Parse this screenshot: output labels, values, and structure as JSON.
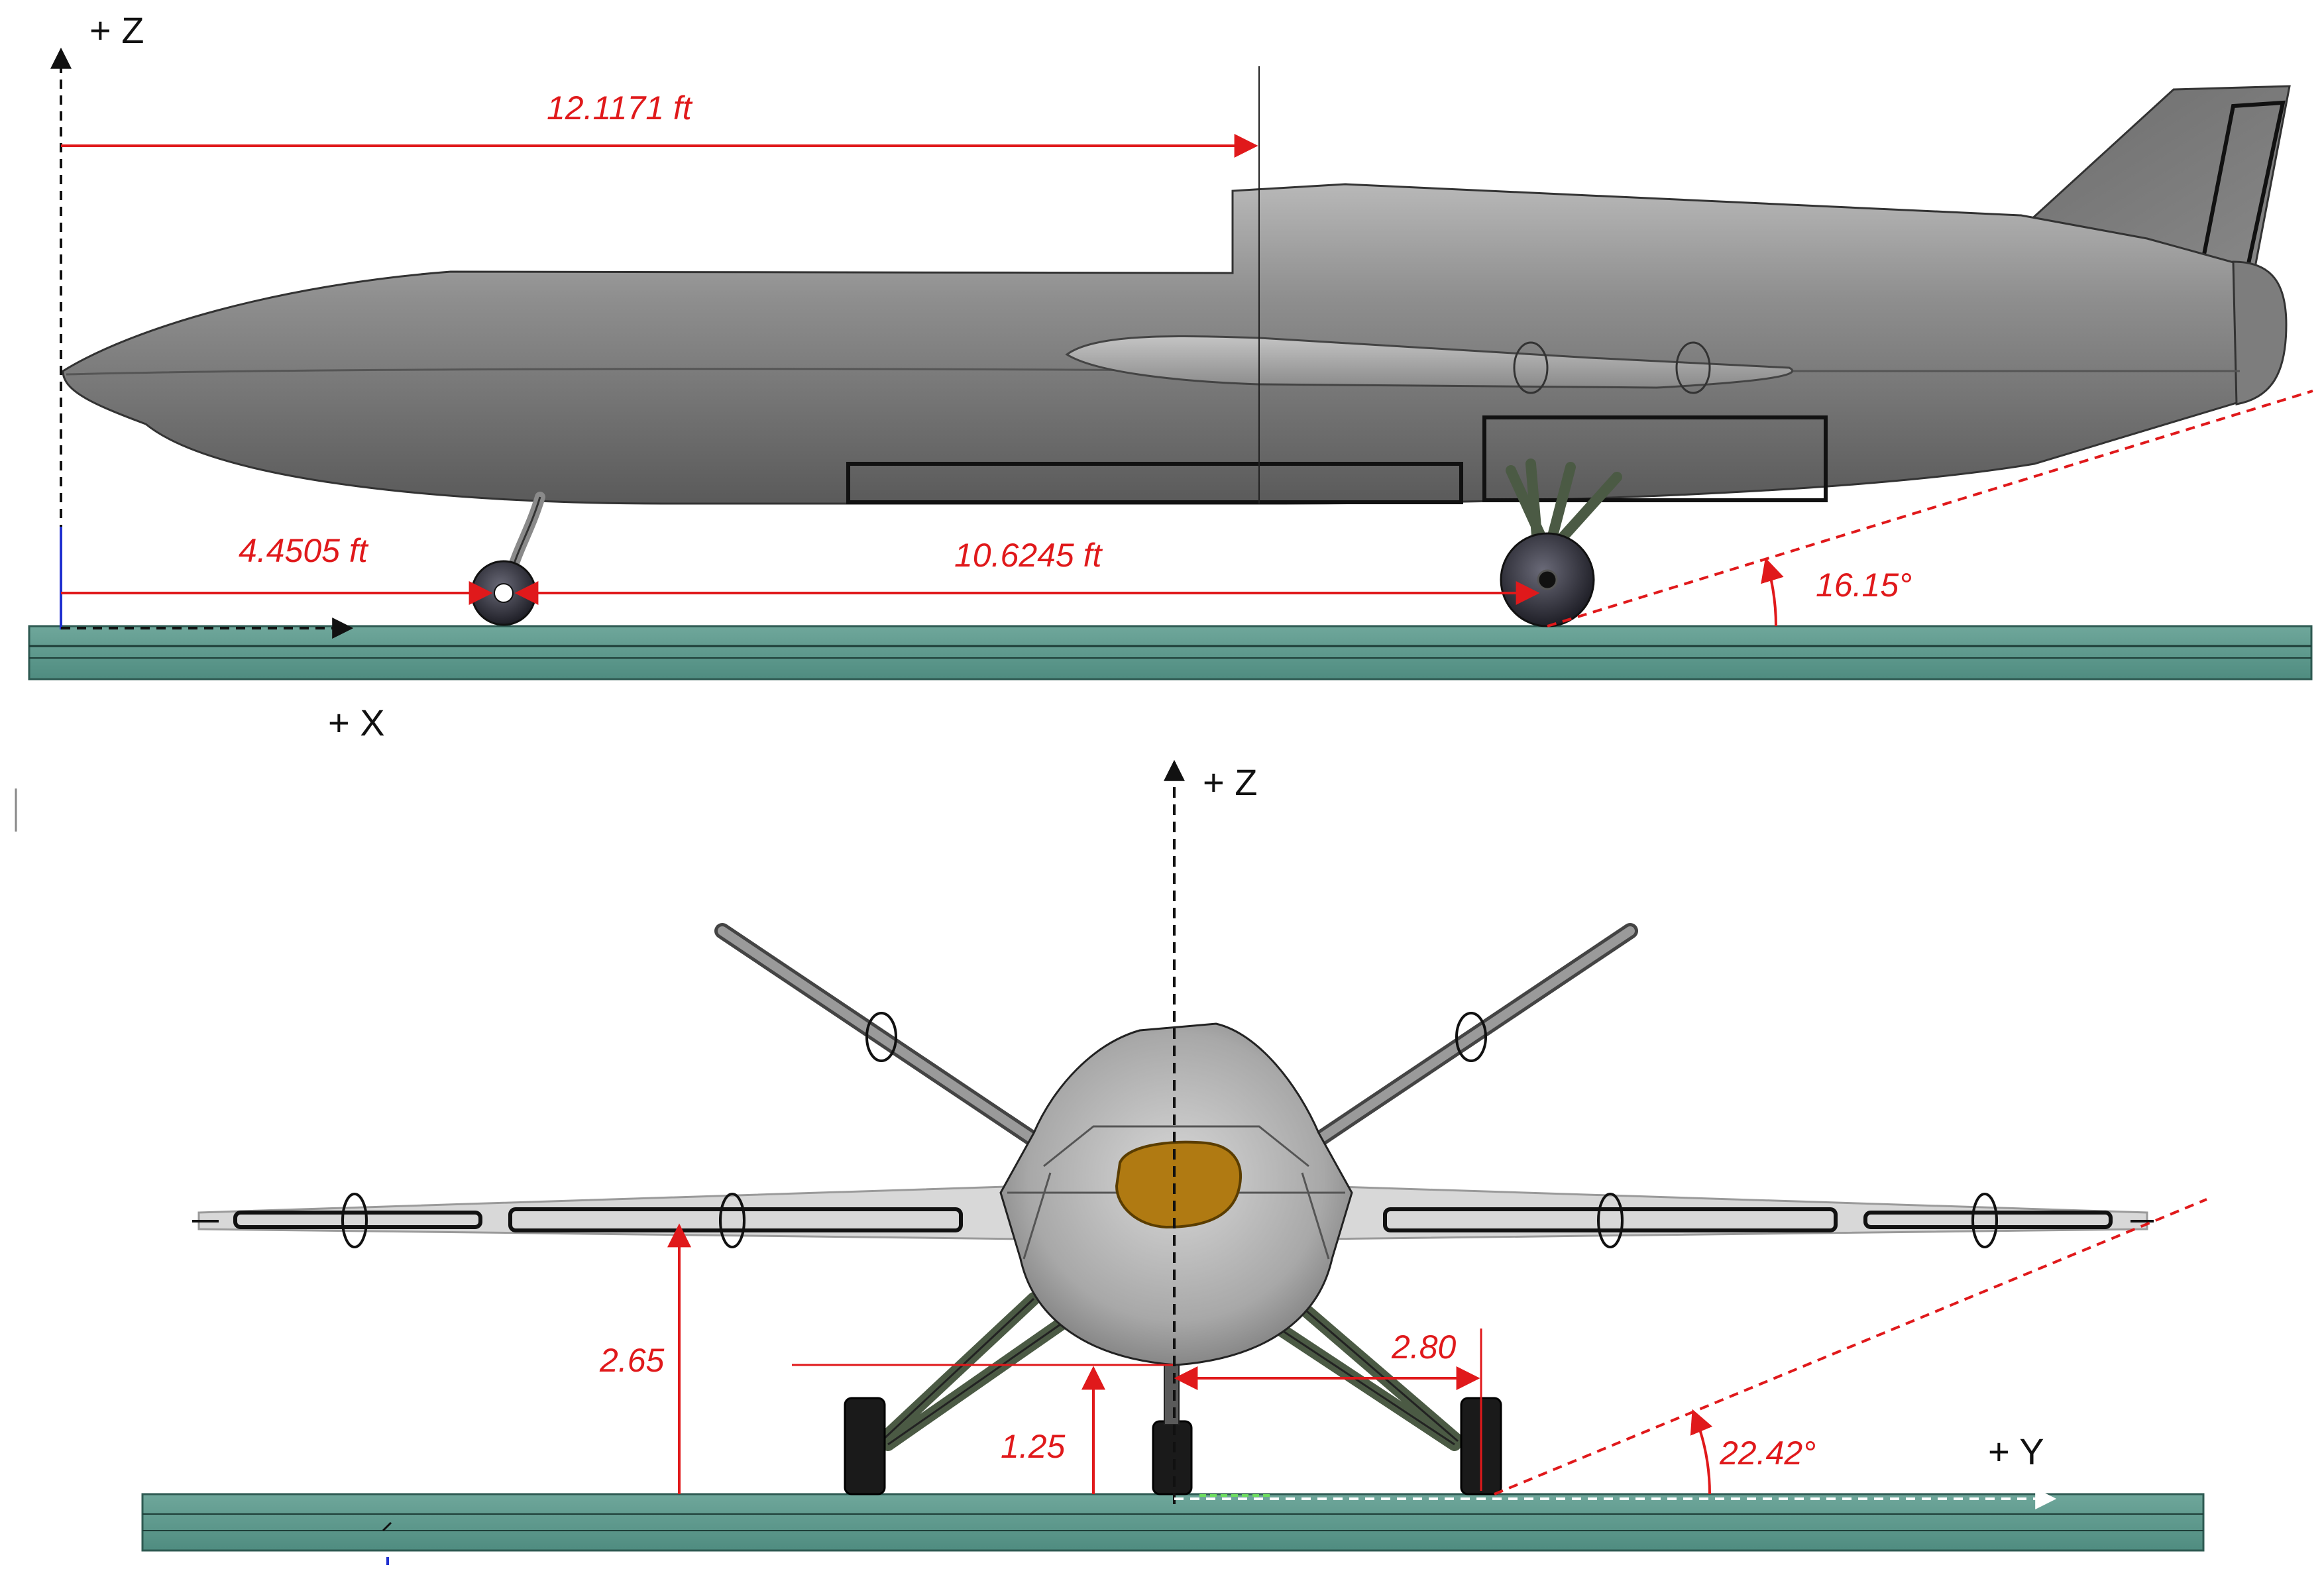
{
  "side_view": {
    "axis_z_label": "+ Z",
    "axis_x_label": "+ X",
    "dim_wing_station": "12.1171 ft",
    "dim_nose_gear": "4.4505 ft",
    "dim_wheelbase": "10.6245 ft",
    "dim_tipback_angle": "16.15°"
  },
  "front_view": {
    "axis_z_label": "+ Z",
    "axis_y_label": "+ Y",
    "dim_wing_height": "2.65",
    "dim_fuselage_clearance": "1.25",
    "dim_half_track": "2.80",
    "dim_overturn_angle": "22.42°"
  },
  "colors": {
    "dimension": "#e0191b",
    "ground": "#5d9c90",
    "fuselage": "#8e8e8e",
    "sensor_window": "#b07a12",
    "gear_strut": "#4b5a44"
  }
}
